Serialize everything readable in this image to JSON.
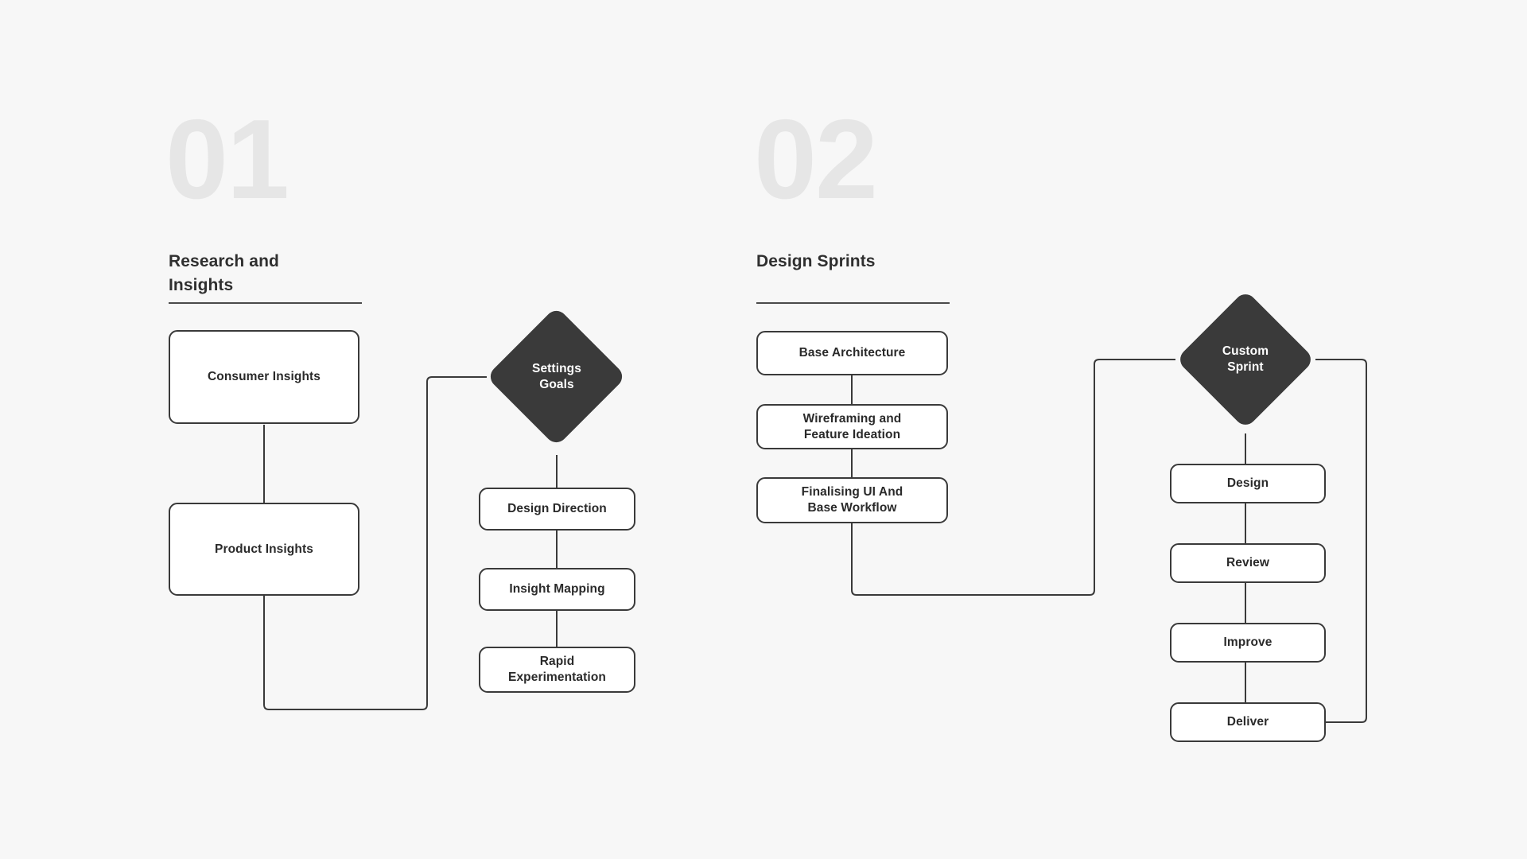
{
  "background": "#f7f7f7",
  "accent_dark": "#3a3a3a",
  "number_color": "#e6e6e6",
  "sections": [
    {
      "number": "01",
      "title": "Research and\nInsights"
    },
    {
      "number": "02",
      "title": "Design Sprints"
    }
  ],
  "section1": {
    "left_nodes": [
      {
        "label": "Consumer Insights"
      },
      {
        "label": "Product Insights"
      }
    ],
    "diamond": {
      "label": "Settings\nGoals"
    },
    "right_nodes": [
      {
        "label": "Design Direction"
      },
      {
        "label": "Insight Mapping"
      },
      {
        "label": "Rapid\nExperimentation"
      }
    ]
  },
  "section2": {
    "left_nodes": [
      {
        "label": "Base Architecture"
      },
      {
        "label": "Wireframing and\nFeature Ideation"
      },
      {
        "label": "Finalising UI And\nBase Workflow"
      }
    ],
    "diamond": {
      "label": "Custom\nSprint"
    },
    "right_nodes": [
      {
        "label": "Design"
      },
      {
        "label": "Review"
      },
      {
        "label": "Improve"
      },
      {
        "label": "Deliver"
      }
    ]
  }
}
